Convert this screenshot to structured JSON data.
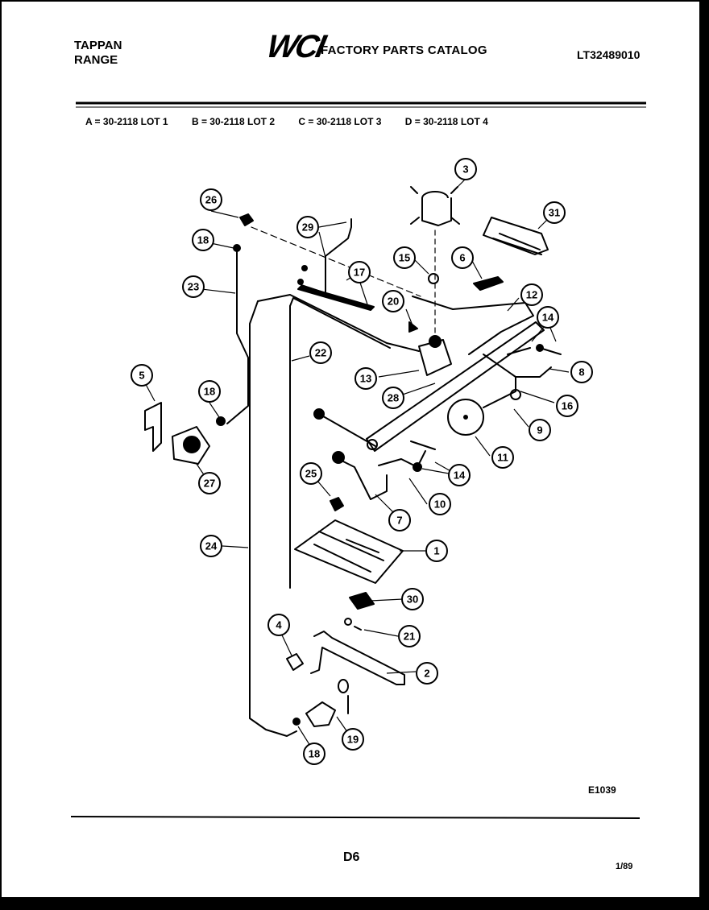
{
  "header": {
    "brand_line1": "TAPPAN",
    "brand_line2": "RANGE",
    "logo": "WCI",
    "catalog_title": "FACTORY PARTS CATALOG",
    "model_number": "LT32489010"
  },
  "lots": [
    "A = 30-2118 LOT 1",
    "B = 30-2118 LOT 2",
    "C = 30-2118 LOT 3",
    "D = 30-2118 LOT 4"
  ],
  "callouts": [
    "1",
    "2",
    "3",
    "4",
    "5",
    "6",
    "7",
    "8",
    "9",
    "10",
    "11",
    "12",
    "13",
    "14",
    "14",
    "15",
    "16",
    "17",
    "18",
    "18",
    "18",
    "19",
    "20",
    "21",
    "22",
    "23",
    "24",
    "25",
    "26",
    "27",
    "28",
    "29",
    "30",
    "31"
  ],
  "footer": {
    "figure_code": "E1039",
    "page": "D6",
    "date": "1/89"
  }
}
